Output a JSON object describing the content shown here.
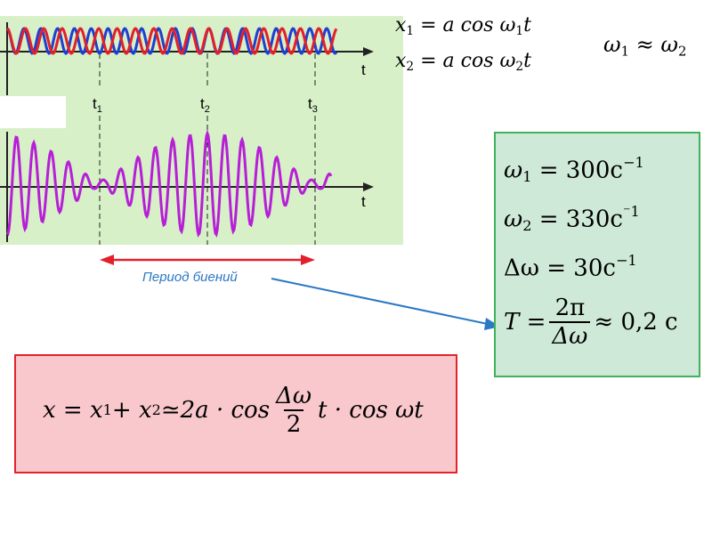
{
  "labels": {
    "t1": "t",
    "t1_sub": "1",
    "t2": "t",
    "t2_sub": "2",
    "t3": "t",
    "t3_sub": "3",
    "axis_t_top": "t",
    "axis_t_bottom": "t",
    "beat_period": "Период биений"
  },
  "equations": {
    "x1_lhs": "x",
    "x1_sub": "1",
    "x1_rhs": " = a cos ω",
    "x1_rhs_sub": "1",
    "x1_rhs_end": "t",
    "x2_lhs": "x",
    "x2_sub": "2",
    "x2_rhs": " = a cos ω",
    "x2_rhs_sub": "2",
    "x2_rhs_end": "t",
    "approx_lhs": "ω",
    "approx_lhs_sub": "1",
    "approx_op": " ≈ ω",
    "approx_rhs_sub": "2"
  },
  "green_box": {
    "w1_lhs": "ω",
    "w1_sub": "1",
    "w1_rhs": " = 300c",
    "w1_exp": "−1",
    "w2_lhs": "ω",
    "w2_sub": "2",
    "w2_rhs": " = 330c",
    "w2_exp": "⁻1",
    "dw": "Δω = 30c",
    "dw_exp": "−1",
    "T_lhs": "T =",
    "T_num": "2π",
    "T_den": "Δω",
    "T_rhs": "≈ 0,2 c"
  },
  "red_box": {
    "lhs": "x = x",
    "s1": "1",
    "plus": " + x",
    "s2": "2",
    "approx": " ≃2a · cos",
    "frac_num": "Δω",
    "frac_den": "2",
    "tail": "t · cos ωt"
  },
  "colors": {
    "plot_bg": "#d7f0c8",
    "wave_red": "#e3202a",
    "wave_blue": "#1f3fd0",
    "wave_beat": "#b61fd6",
    "arrow_red": "#e3202a",
    "arrow_blue": "#2b78c4",
    "green_fill": "#cfe9d8",
    "red_fill": "#f9c8cc"
  }
}
